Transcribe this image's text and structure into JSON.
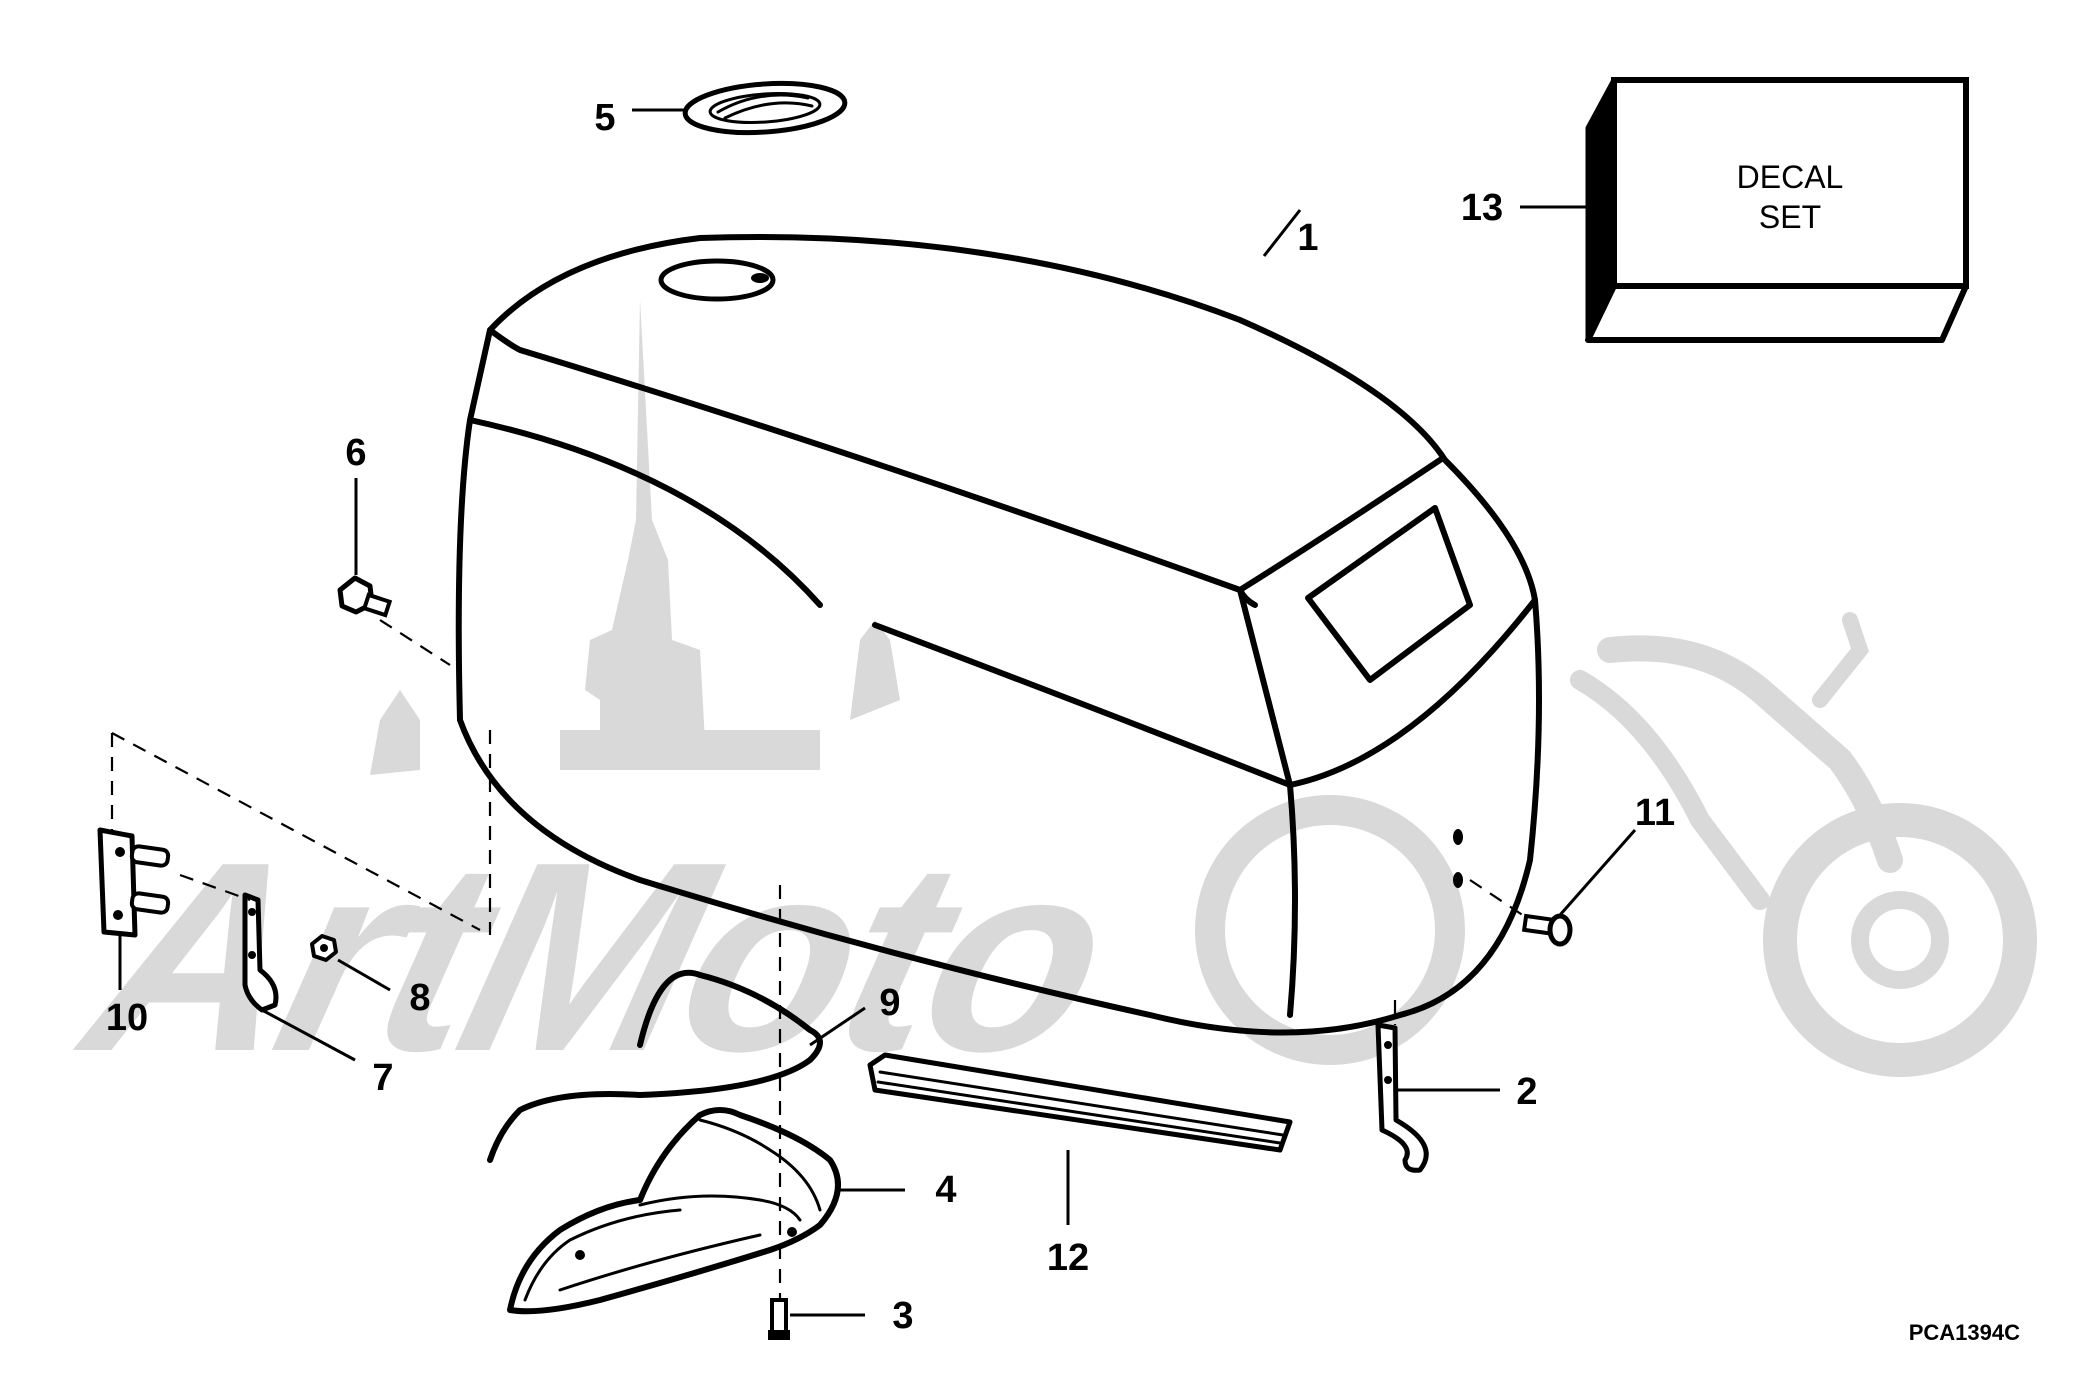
{
  "diagram": {
    "callouts": [
      {
        "id": "1",
        "label": "1"
      },
      {
        "id": "2",
        "label": "2"
      },
      {
        "id": "3",
        "label": "3"
      },
      {
        "id": "4",
        "label": "4"
      },
      {
        "id": "5",
        "label": "5"
      },
      {
        "id": "6",
        "label": "6"
      },
      {
        "id": "7",
        "label": "7"
      },
      {
        "id": "8",
        "label": "8"
      },
      {
        "id": "9",
        "label": "9"
      },
      {
        "id": "10",
        "label": "10"
      },
      {
        "id": "11",
        "label": "11"
      },
      {
        "id": "12",
        "label": "12"
      },
      {
        "id": "13",
        "label": "13"
      }
    ],
    "decal_box": {
      "line1": "DECAL",
      "line2": "SET"
    },
    "drawing_code": "PCA1394C",
    "watermark": {
      "text": "ArtMoto"
    }
  }
}
